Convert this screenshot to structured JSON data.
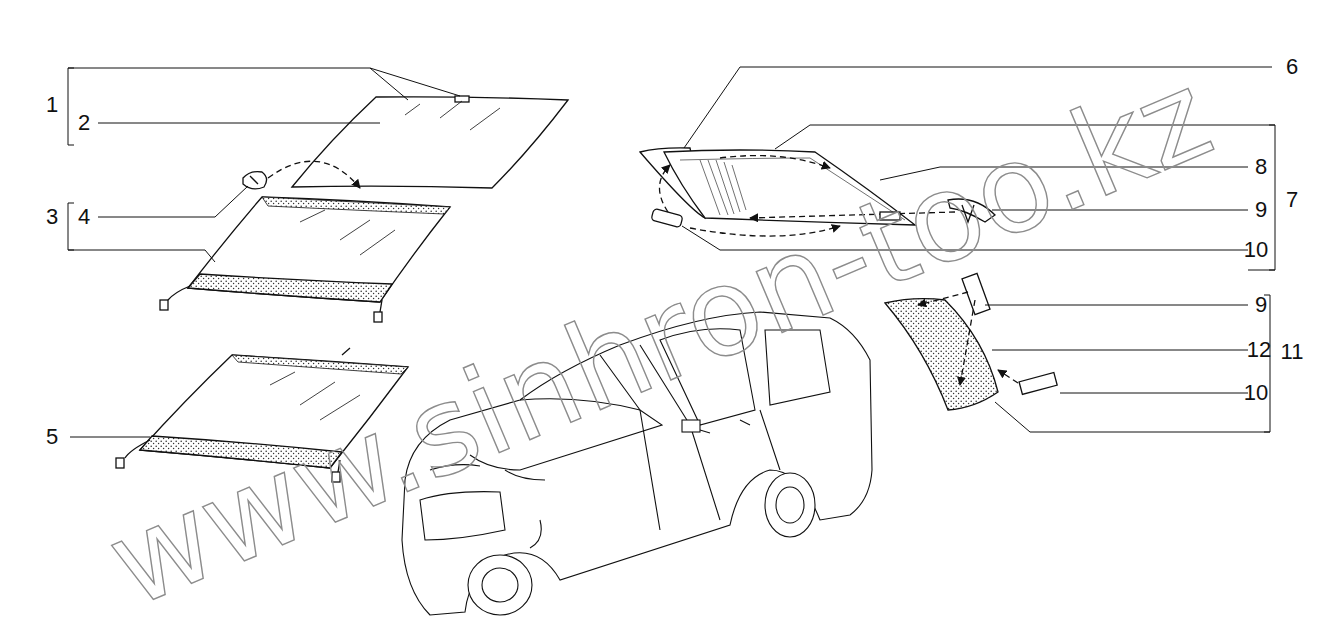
{
  "diagram": {
    "labels": [
      "1",
      "2",
      "3",
      "4",
      "5",
      "6",
      "7",
      "8",
      "9",
      "10",
      "9",
      "12",
      "11",
      "10",
      "www.sinhron-too.kz"
    ]
  }
}
